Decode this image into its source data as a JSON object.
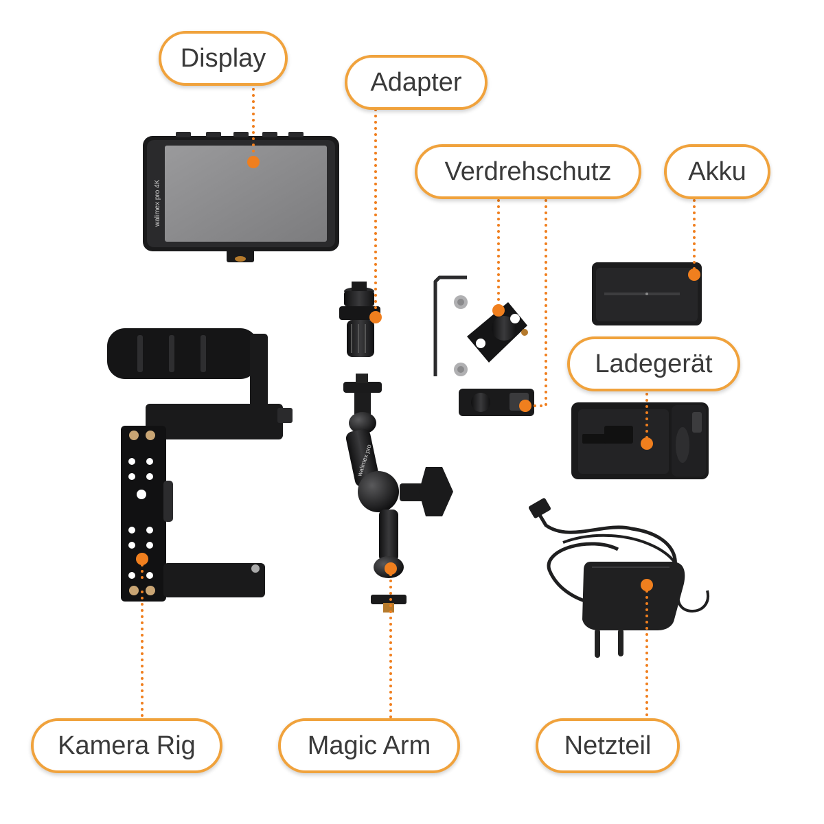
{
  "labels": {
    "display": "Display",
    "adapter": "Adapter",
    "verdrehschutz": "Verdrehschutz",
    "akku": "Akku",
    "ladegeraet": "Ladegerät",
    "kamera_rig": "Kamera Rig",
    "magic_arm": "Magic Arm",
    "netzteil": "Netzteil"
  },
  "brand": {
    "monitor": "walimex pro 4K",
    "arm": "walimex pro"
  },
  "colors": {
    "accent": "#f07f1e",
    "label_border": "#f0a23c",
    "label_text": "#3a3a3a",
    "device": "#1c1c1e"
  }
}
